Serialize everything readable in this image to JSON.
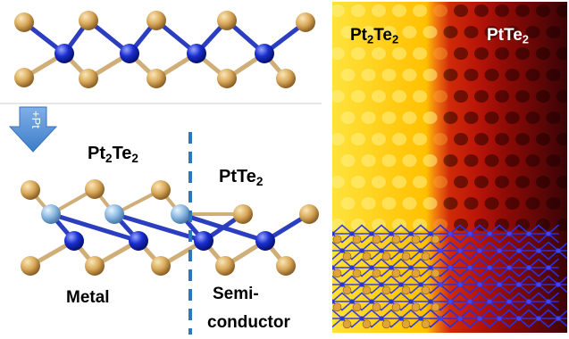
{
  "labels": {
    "arrow_text": "+Pt",
    "left_pt2te2": {
      "base": "Pt",
      "sub1": "2",
      "mid": "Te",
      "sub2": "2"
    },
    "left_ptte2": {
      "base": "PtTe",
      "sub": "2"
    },
    "metal": "Metal",
    "semi_line1": "Semi-",
    "semi_line2": "conductor",
    "right_pt2te2": {
      "base": "Pt",
      "sub1": "2",
      "mid": "Te",
      "sub2": "2"
    },
    "right_ptte2": {
      "base": "PtTe",
      "sub": "2"
    }
  },
  "colors": {
    "te_atom": "#d8a85a",
    "pt_atom": "#1a2fd0",
    "pt_intercalated": "#8ab8e0",
    "bond_pt": "#2c3ec0",
    "bond_te": "#cfae78",
    "arrow": "#5b93d6",
    "divider": "#2f77b8",
    "stm_yellow": "#ffd21a",
    "stm_orange": "#f07a10",
    "stm_red": "#b81408",
    "stm_dark": "#3a0306"
  }
}
